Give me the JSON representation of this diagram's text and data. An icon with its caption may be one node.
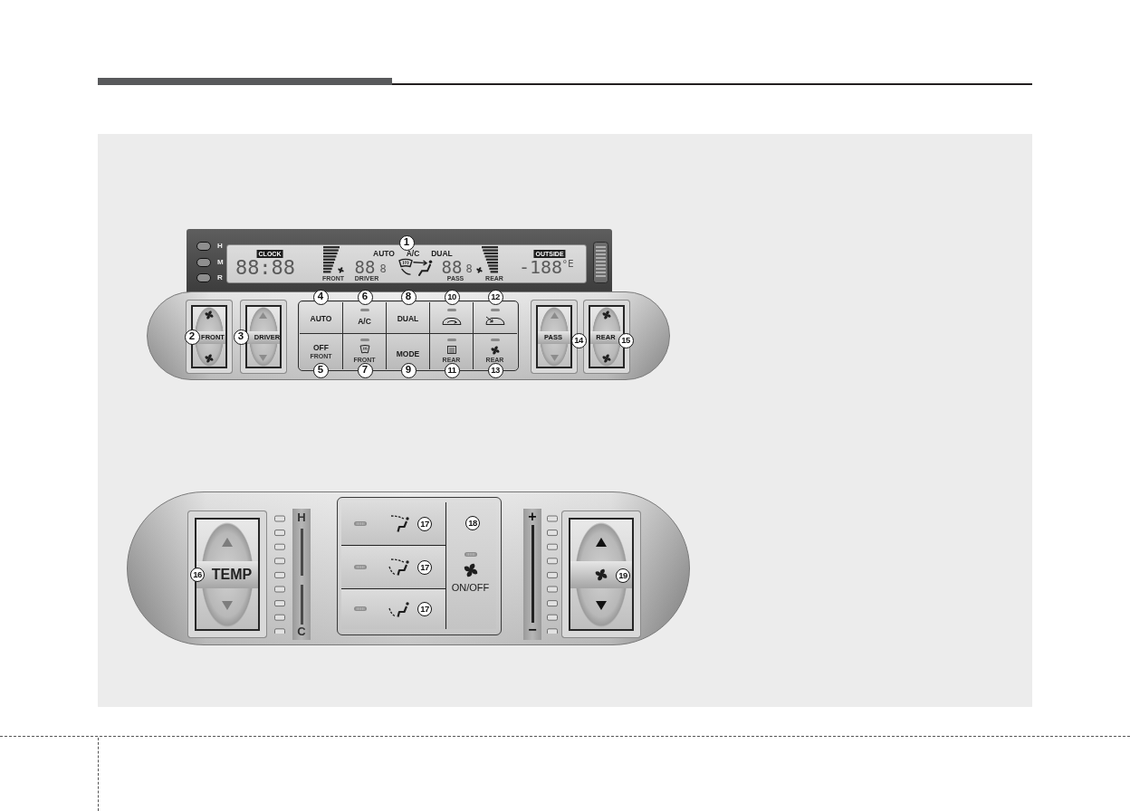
{
  "diagram": {
    "nodes": [
      {
        "text": [
          "CLOCK",
          "AUTO",
          "A/C",
          "DUAL",
          "OUTSIDE",
          "88:88",
          "88",
          "8",
          "88",
          "8",
          "-188",
          "°E",
          "FRONT",
          "DRIVER",
          "PASS",
          "REAR"
        ]
      },
      {
        "text": [
          "FRONT"
        ]
      },
      {
        "text": [
          "DRIVER"
        ]
      },
      {
        "text": [
          "AUTO"
        ]
      },
      {
        "text": [
          "A/C"
        ]
      },
      {
        "text": [
          "DUAL"
        ]
      },
      {
        "text": [],
        "shape": "box"
      },
      {
        "text": [],
        "shape": "box"
      },
      {
        "text": [
          "OFF",
          "FRONT"
        ]
      },
      {
        "text": [
          "FRONT"
        ]
      },
      {
        "text": [
          "MODE"
        ]
      },
      {
        "text": [
          "REAR"
        ]
      },
      {
        "text": [
          "REAR"
        ]
      },
      {
        "text": [
          "PASS"
        ]
      },
      {
        "text": [
          "REAR"
        ]
      },
      {
        "text": [
          "TEMP"
        ]
      },
      {
        "text": [],
        "shape": "box"
      },
      {
        "text": [],
        "shape": "box"
      },
      {
        "text": [],
        "shape": "box"
      },
      {
        "text": [
          "ON/OFF"
        ]
      },
      {
        "text": [],
        "shape": "box"
      }
    ],
    "labels": [
      "H",
      "1",
      "M",
      "R",
      "4",
      "6",
      "8",
      "10",
      "12",
      "2",
      "3",
      "14",
      "15",
      "5",
      "7",
      "9",
      "11",
      "13",
      "H",
      "+",
      "17",
      "18",
      "16",
      "17",
      "19",
      "17",
      "C",
      "−"
    ]
  }
}
